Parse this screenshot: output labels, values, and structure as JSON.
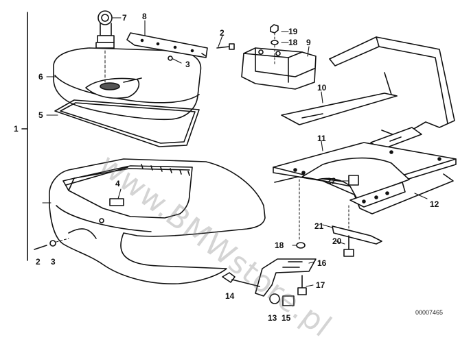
{
  "diagram": {
    "watermark": "www.BMWstore.pl",
    "doc_id": "00007465",
    "callouts": {
      "c1": "1",
      "c2a": "2",
      "c2b": "2",
      "c3a": "3",
      "c3b": "3",
      "c4": "4",
      "c5": "5",
      "c6": "6",
      "c7": "7",
      "c8": "8",
      "c9": "9",
      "c10": "10",
      "c11": "11",
      "c12": "12",
      "c13": "13",
      "c14": "14",
      "c15": "15",
      "c16": "16",
      "c17": "17",
      "c18a": "18",
      "c18b": "18",
      "c19": "19",
      "c20": "20",
      "c21": "21",
      "c22": "22"
    }
  }
}
